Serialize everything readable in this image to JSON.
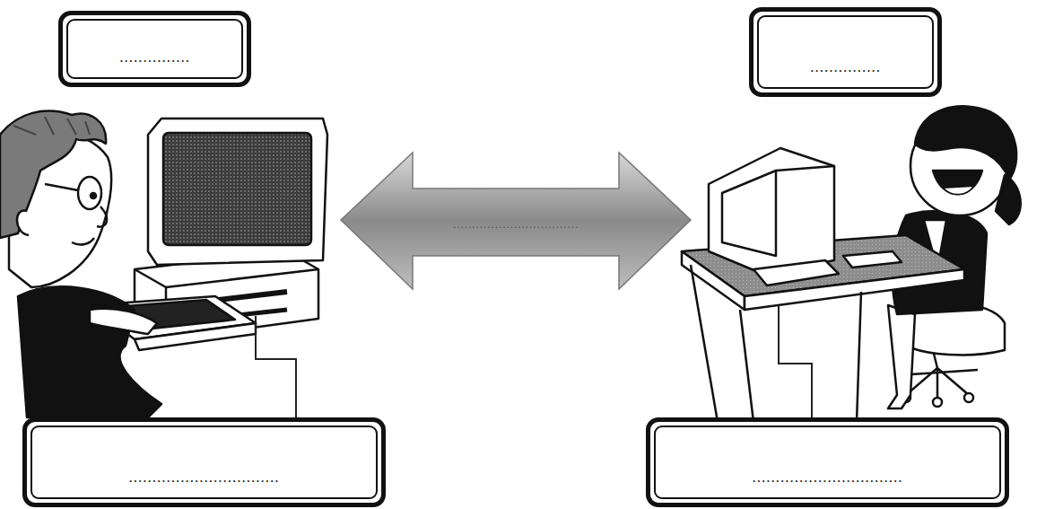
{
  "diagram": {
    "nodes": [
      {
        "text": [
          "..............."
        ]
      },
      {
        "text": [
          "..............."
        ]
      },
      {
        "text": [
          "................................"
        ]
      },
      {
        "text": [
          "................................"
        ]
      }
    ],
    "labels": [
      "................................."
    ]
  }
}
